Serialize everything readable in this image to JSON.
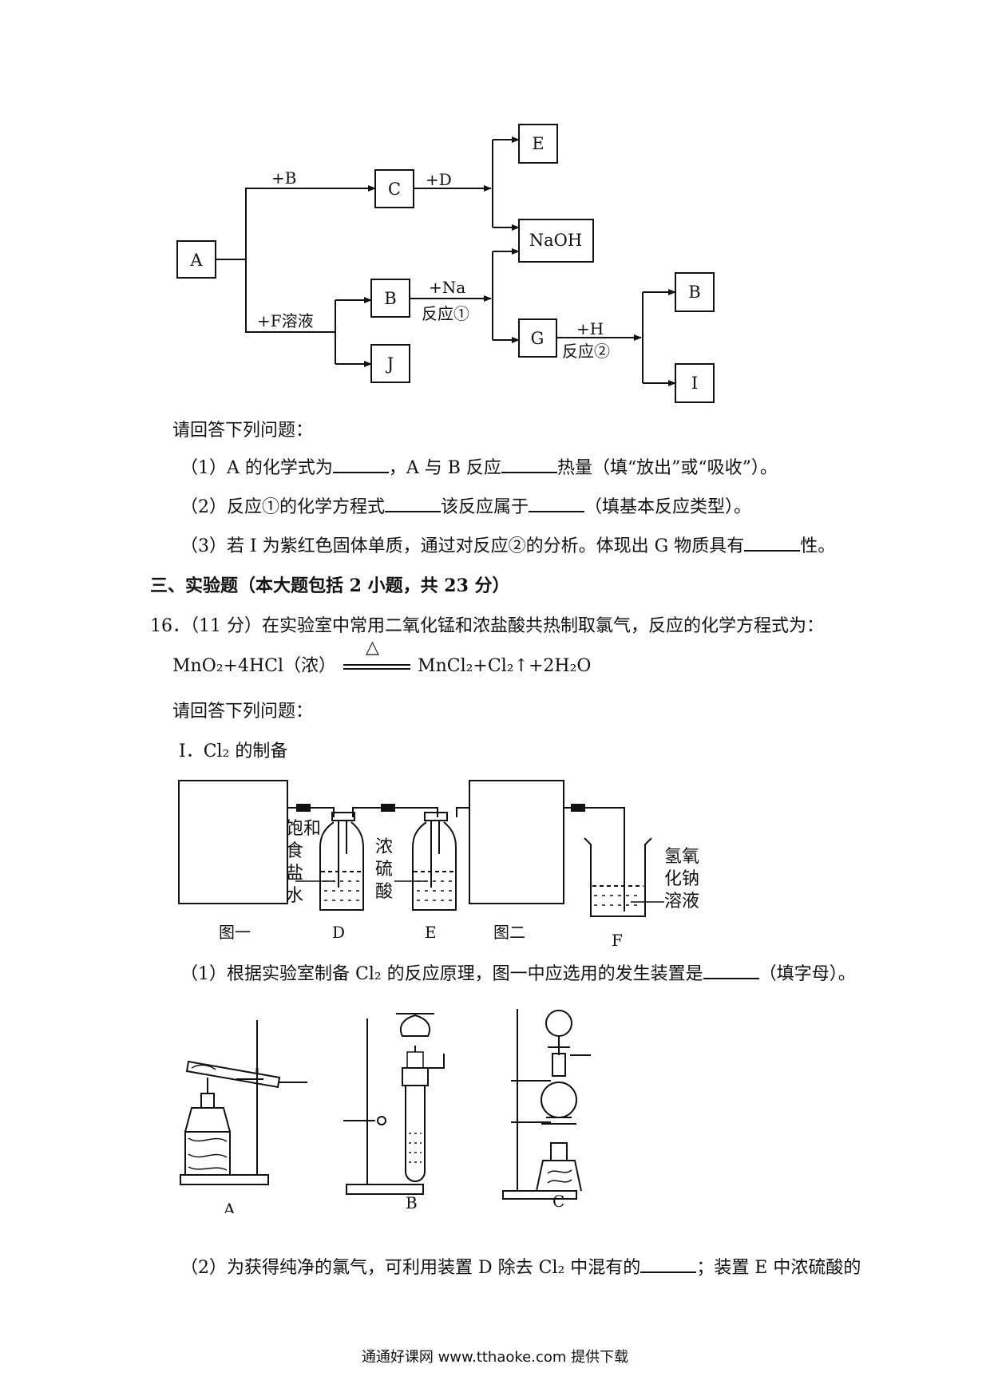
{
  "flowchart": {
    "nodes": {
      "A": "A",
      "C": "C",
      "E": "E",
      "NaOH": "NaOH",
      "B1": "B",
      "J": "J",
      "G": "G",
      "B2": "B",
      "I": "I"
    },
    "edges": {
      "plus_b": "+B",
      "plus_f": "+F溶液",
      "plus_d": "+D",
      "plus_na": "+Na",
      "reaction1": "反应①",
      "plus_h": "+H",
      "reaction2": "反应②"
    }
  },
  "q15": {
    "prompt": "请回答下列问题：",
    "q1_a": "（1）A 的化学式为",
    "q1_b": "，A 与 B 反应",
    "q1_c": "热量（填“放出”或“吸收”）。",
    "q2_a": "（2）反应①的化学方程式",
    "q2_b": "该反应属于",
    "q2_c": "（填基本反应类型）。",
    "q3_a": "（3）若 I 为紫红色固体单质，通过对反应②的分析。体现出 G 物质具有",
    "q3_b": "性。"
  },
  "section3": {
    "heading": "三、实验题（本大题包括 2 小题，共 23 分）"
  },
  "q16": {
    "intro": "16．（11 分）在实验室中常用二氧化锰和浓盐酸共热制取氯气，反应的化学方程式为：",
    "eq_left": "MnO₂+4HCl（浓）",
    "eq_cond": "△",
    "eq_right": "MnCl₂+Cl₂↑+2H₂O",
    "prompt": "请回答下列问题：",
    "part1": "Ⅰ．Cl₂ 的制备",
    "apparatus": {
      "fig1": "图一",
      "fig2": "图二",
      "d": "D",
      "e": "E",
      "f": "F",
      "brine": [
        "饱和",
        "食",
        "盐",
        "水"
      ],
      "acid": [
        "浓",
        "硫",
        "酸"
      ],
      "naoh": [
        "氢氧",
        "化钠",
        "溶液"
      ]
    },
    "sub1_a": "（1）根据实验室制备 Cl₂ 的反应原理，图一中应选用的发生装置是",
    "sub1_b": "（填字母）。",
    "setups": {
      "a": "A",
      "b": "B",
      "c": "C"
    },
    "sub2_a": "（2）为获得纯净的氯气，可利用装置 D 除去 Cl₂ 中混有的",
    "sub2_b": "；装置 E 中浓硫酸的"
  },
  "footer": "通通好课网  www.tthaoke.com  提供下载"
}
